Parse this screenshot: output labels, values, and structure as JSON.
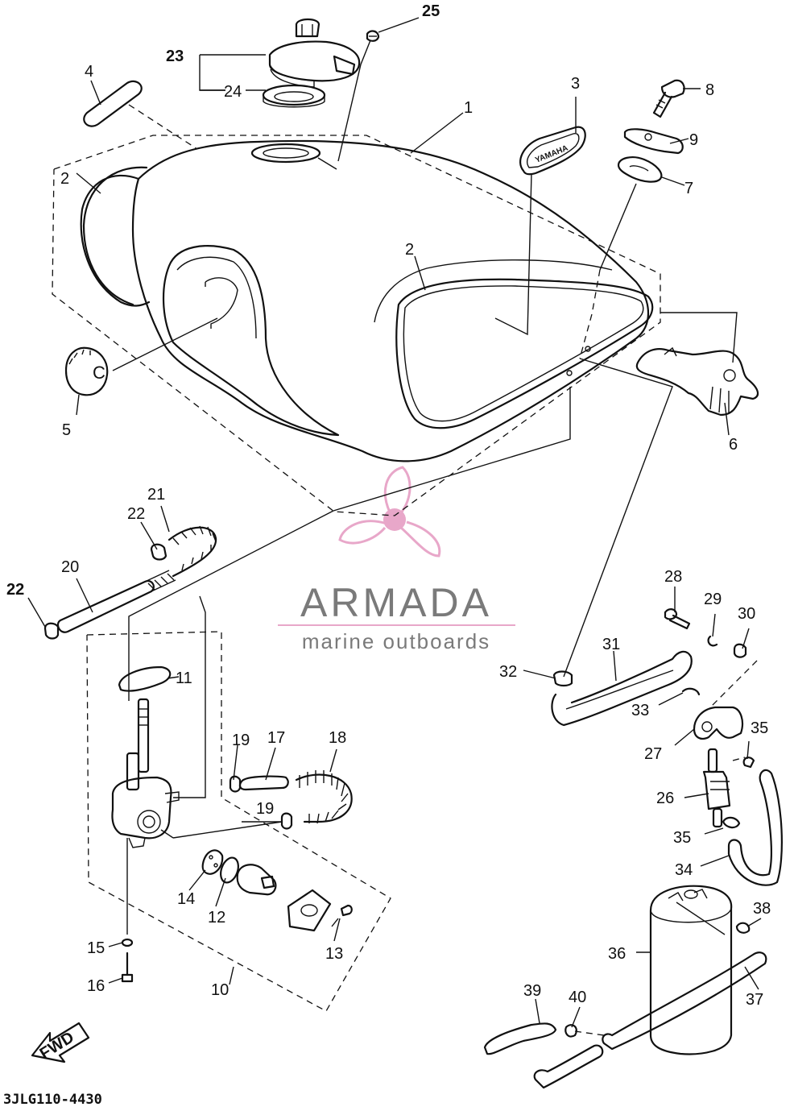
{
  "diagram_code": "3JLG110-4430",
  "fwd_label": "FWD",
  "badge_text": "YAMAHA",
  "watermark": {
    "brand": "ARMADA",
    "tagline": "marine outboards",
    "color_pink": "#e8a7c9",
    "color_gray": "#7a7a7a"
  },
  "callouts": [
    "1",
    "2",
    "2",
    "3",
    "4",
    "5",
    "6",
    "7",
    "8",
    "9",
    "10",
    "11",
    "12",
    "13",
    "14",
    "15",
    "16",
    "17",
    "18",
    "19",
    "19",
    "20",
    "21",
    "22",
    "22",
    "23",
    "24",
    "25",
    "26",
    "27",
    "28",
    "29",
    "30",
    "31",
    "32",
    "33",
    "34",
    "35",
    "35",
    "36",
    "37",
    "38",
    "39",
    "40"
  ]
}
